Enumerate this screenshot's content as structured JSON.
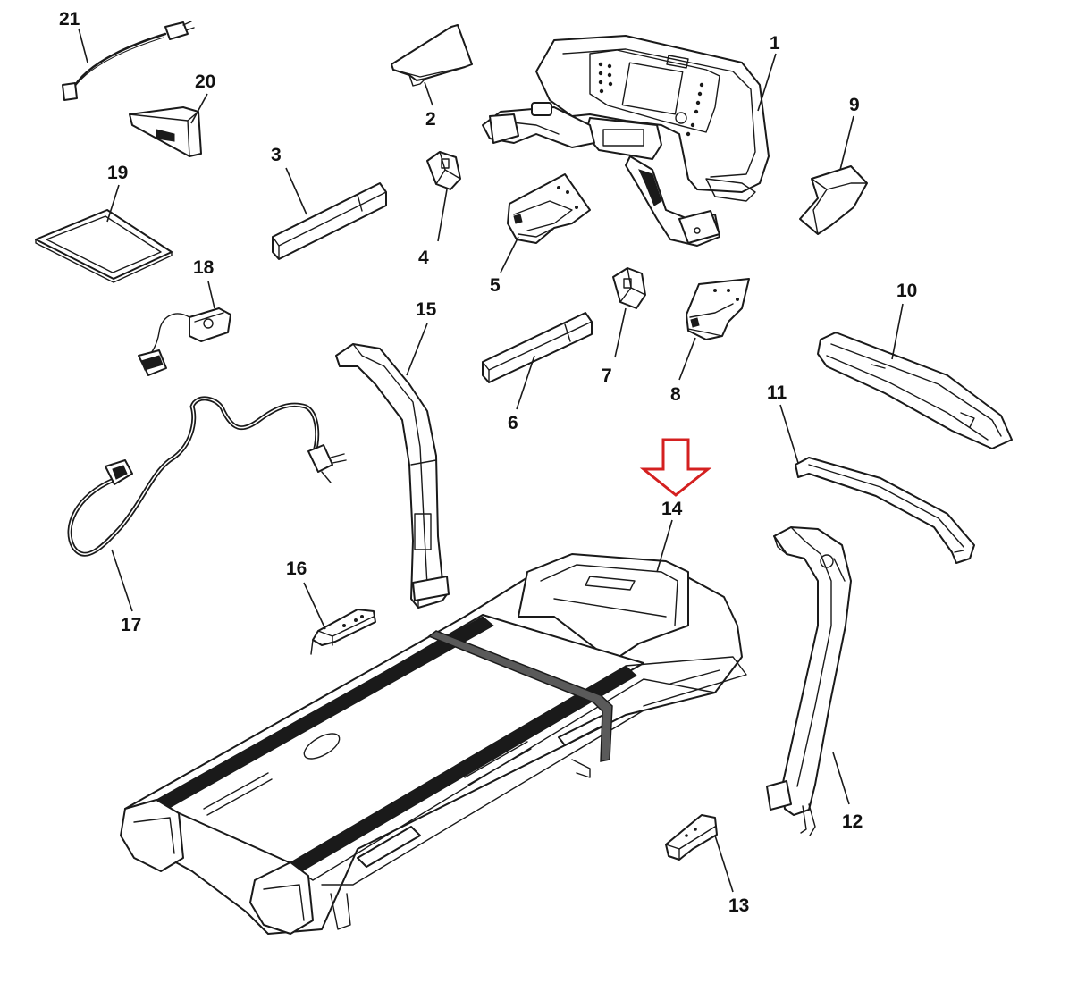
{
  "diagram": {
    "labels": [
      "1",
      "2",
      "3",
      "4",
      "5",
      "6",
      "7",
      "8",
      "9",
      "10",
      "11",
      "12",
      "13",
      "14",
      "15",
      "16",
      "17",
      "18",
      "19",
      "20",
      "21"
    ],
    "highlight": {
      "part": "14",
      "arrow_color": "#d42020"
    }
  }
}
